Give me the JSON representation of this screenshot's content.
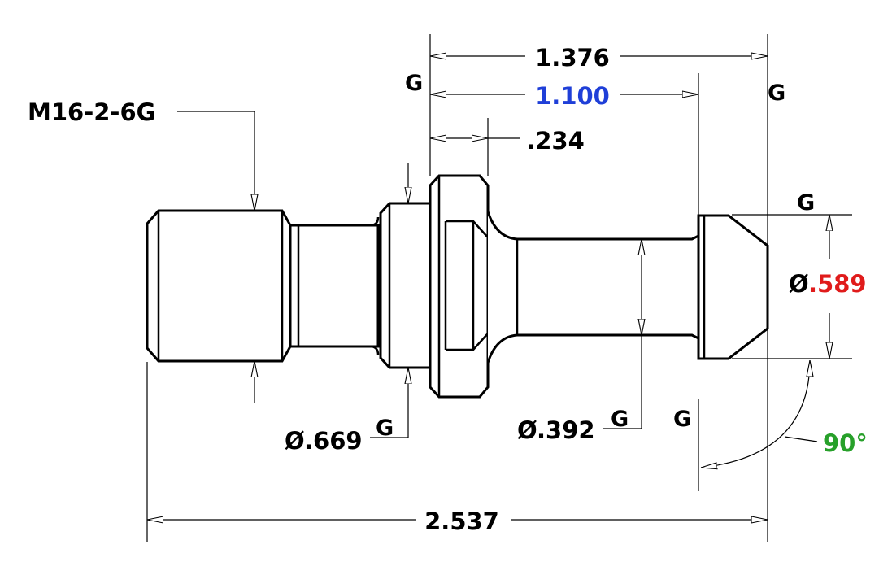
{
  "drawing": {
    "thread_callout": "M16-2-6G",
    "overall_length": "2.537",
    "length_1376": "1.376",
    "length_1100": "1.100",
    "length_234": ".234",
    "diameter_669": "Ø.669",
    "diameter_392": "Ø.392",
    "diameter_prefix": "Ø",
    "diameter_589": ".589",
    "angle": "90°",
    "gauge_mark": "G"
  },
  "colors": {
    "text": "#000000",
    "highlight_blue": "#1f3fd8",
    "highlight_red": "#e01b1b",
    "highlight_green": "#27a02a",
    "line": "#000000"
  }
}
